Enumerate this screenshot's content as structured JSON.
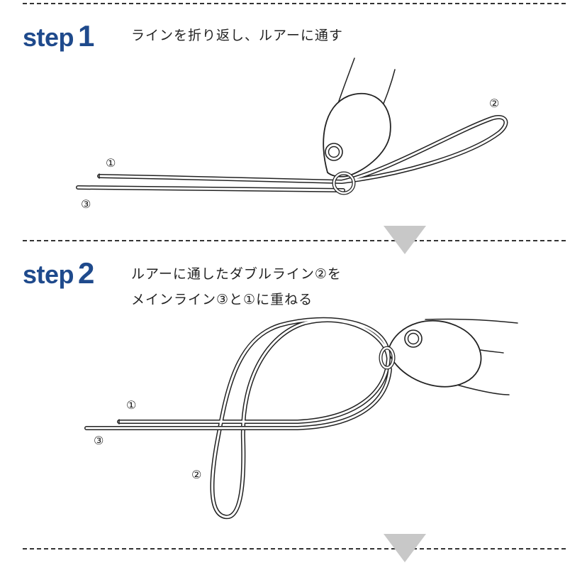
{
  "step1": {
    "word": "step",
    "number": "1",
    "caption": "ラインを折り返し、ルアーに通す",
    "marks": {
      "one": "①",
      "two": "②",
      "three": "③"
    }
  },
  "step2": {
    "word": "step",
    "number": "2",
    "caption_line1": "ルアーに通したダブルライン②を",
    "caption_line2": "メインライン③と①に重ねる",
    "marks": {
      "one": "①",
      "two": "②",
      "three": "③"
    }
  },
  "colors": {
    "accent": "#1f4a8c",
    "arrow": "#c8c8c8",
    "line": "#222222"
  }
}
